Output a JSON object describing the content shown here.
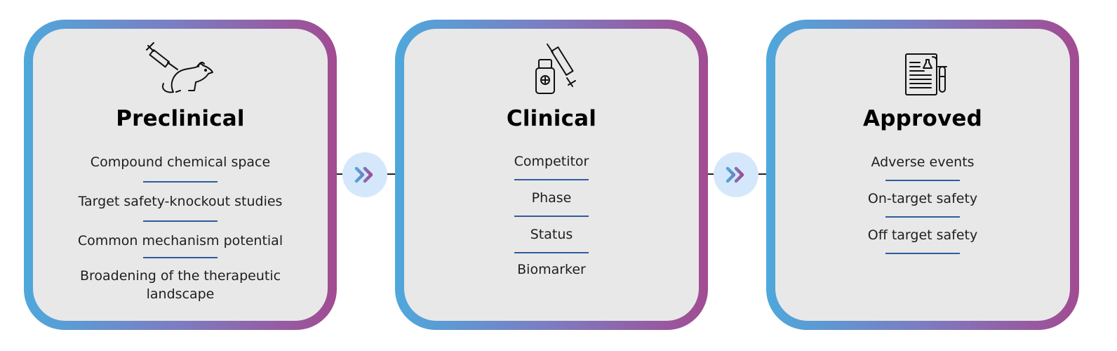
{
  "stages": [
    {
      "title": "Preclinical",
      "icon": "syringe-rat-icon",
      "items": [
        "Compound chemical space",
        "Target safety-knockout studies",
        "Common mechanism potential",
        "Broadening of the therapeutic landscape"
      ]
    },
    {
      "title": "Clinical",
      "icon": "vial-syringe-icon",
      "items": [
        "Competitor",
        "Phase",
        "Status",
        "Biomarker"
      ]
    },
    {
      "title": "Approved",
      "icon": "report-test-tube-icon",
      "items": [
        "Adverse events",
        "On-target safety",
        "Off target safety"
      ]
    }
  ],
  "colors": {
    "border_start": "#4ea8dc",
    "border_end": "#a24b92",
    "card_fill": "#e8e8e8",
    "separator": "#2f5c9c",
    "arrow_bubble": "#d5e8fb"
  }
}
